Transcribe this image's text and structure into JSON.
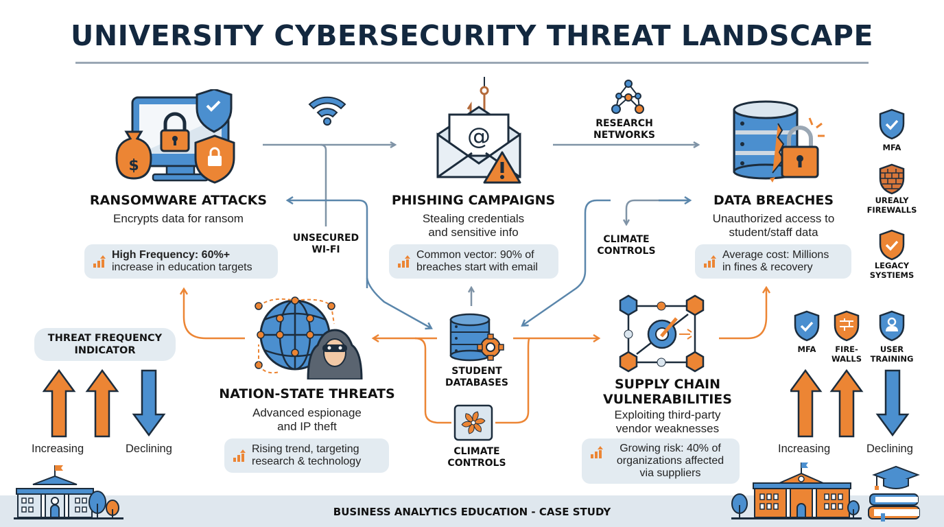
{
  "title": "UNIVERSITY CYBERSECURITY THREAT LANDSCAPE",
  "colors": {
    "title": "#13283f",
    "accent_orange": "#ec8534",
    "accent_blue": "#4b8fcf",
    "connector_gray": "#7f93a6",
    "stat_bg": "#e3ebf1",
    "footer_bg": "#dfe7ee"
  },
  "threats": {
    "ransomware": {
      "icon": "ransomware-icon",
      "title": "RANSOMWARE ATTACKS",
      "description": "Encrypts data for ransom",
      "stat_line1": "High Frequency: 60%+",
      "stat_line2": "increase in education targets"
    },
    "phishing": {
      "icon": "phishing-email-icon",
      "title": "PHISHING CAMPAIGNS",
      "description_line1": "Stealing credentials",
      "description_line2": "and sensitive info",
      "stat_line1": "Common vector: 90% of",
      "stat_line2": "breaches start with email"
    },
    "data_breaches": {
      "icon": "database-breach-icon",
      "title": "DATA BREACHES",
      "description_line1": "Unauthorized access to",
      "description_line2": "student/staff data",
      "stat_line1": "Average cost: Millions",
      "stat_line2": "in fines & recovery"
    },
    "nation_state": {
      "icon": "globe-hacker-icon",
      "title": "NATION-STATE THREATS",
      "description_line1": "Advanced espionage",
      "description_line2": "and IP theft",
      "stat_line1": "Rising trend, targeting",
      "stat_line2": "research & technology"
    },
    "supply_chain": {
      "icon": "supply-chain-icon",
      "title_line1": "SUPPLY CHAIN",
      "title_line2": "VULNERABILITIES",
      "description_line1": "Exploiting third-party",
      "description_line2": "vendor weaknesses",
      "stat_line1": "Growing risk: 40% of",
      "stat_line2": "organizations affected",
      "stat_line3": "via suppliers"
    }
  },
  "attack_vectors": {
    "wifi": {
      "icon": "wifi-icon",
      "line1": "UNSECURED",
      "line2": "WI-FI"
    },
    "research": {
      "icon": "network-nodes-icon",
      "line1": "RESEARCH",
      "line2": "NETWORKS"
    },
    "climate_top": {
      "line1": "CLIMATE",
      "line2": "CONTROLS"
    }
  },
  "center_assets": {
    "student_db": {
      "icon": "database-gear-icon",
      "line1": "STUDENT",
      "line2": "DATABASES"
    },
    "climate": {
      "icon": "fan-icon",
      "line1": "CLIMATE",
      "line2": "CONTROLS"
    }
  },
  "right_column_defenses": [
    {
      "icon": "shield-check-icon",
      "line1": "MFA",
      "line2": ""
    },
    {
      "icon": "brick-shield-icon",
      "line1": "UREALY",
      "line2": "FIREWALLS"
    },
    {
      "icon": "shield-check-orange-icon",
      "line1": "LEGACY",
      "line2": "SYSTIEMS"
    }
  ],
  "left_legend": {
    "title_line1": "THREAT FREQUENCY",
    "title_line2": "INDICATOR",
    "increasing": "Increasing",
    "declining": "Declining"
  },
  "right_legend": {
    "defenses": [
      {
        "icon": "shield-check-icon",
        "line1": "MFA",
        "line2": ""
      },
      {
        "icon": "firewall-shield-icon",
        "line1": "FIRE-",
        "line2": "WALLS"
      },
      {
        "icon": "user-shield-icon",
        "line1": "USER",
        "line2": "TRAINING"
      }
    ],
    "increasing": "Increasing",
    "declining": "Declining"
  },
  "footer": "BUSINESS ANALYTICS EDUCATION - CASE STUDY"
}
